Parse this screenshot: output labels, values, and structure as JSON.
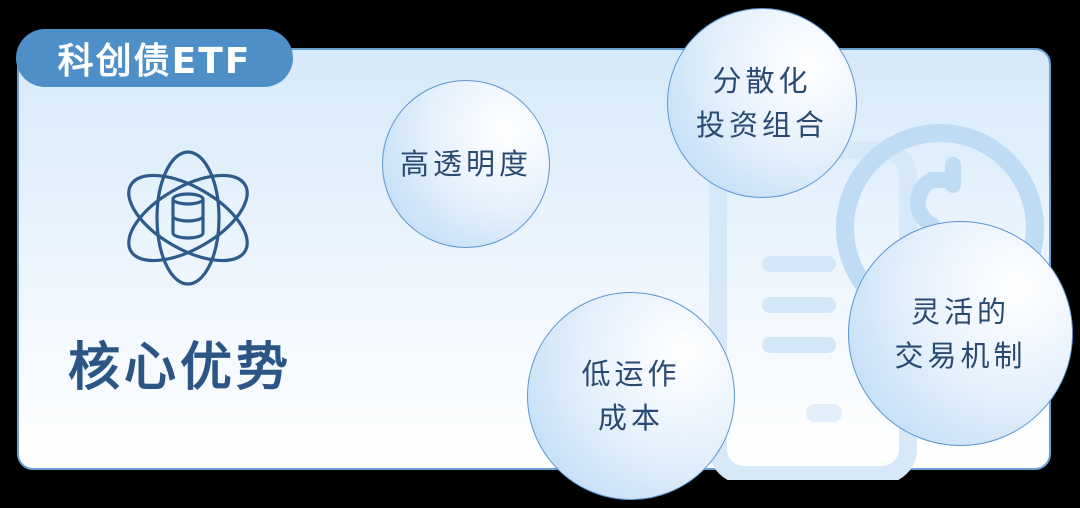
{
  "badge": {
    "label": "科创债ETF",
    "color": "#4f8fc8"
  },
  "hero": {
    "icon": "atom-database-icon",
    "title": "核心优势"
  },
  "advantages": [
    {
      "lines": [
        "高透明度"
      ]
    },
    {
      "lines": [
        "分散化",
        "投资组合"
      ]
    },
    {
      "lines": [
        "低运作",
        "成本"
      ]
    },
    {
      "lines": [
        "灵活的",
        "交易机制"
      ]
    }
  ],
  "background_illustration": "document-coin-icon",
  "colors": {
    "accent": "#4f8fc8",
    "title_text": "#2b5585",
    "bubble_text": "#2a4a72",
    "border": "#6a9fd4"
  }
}
